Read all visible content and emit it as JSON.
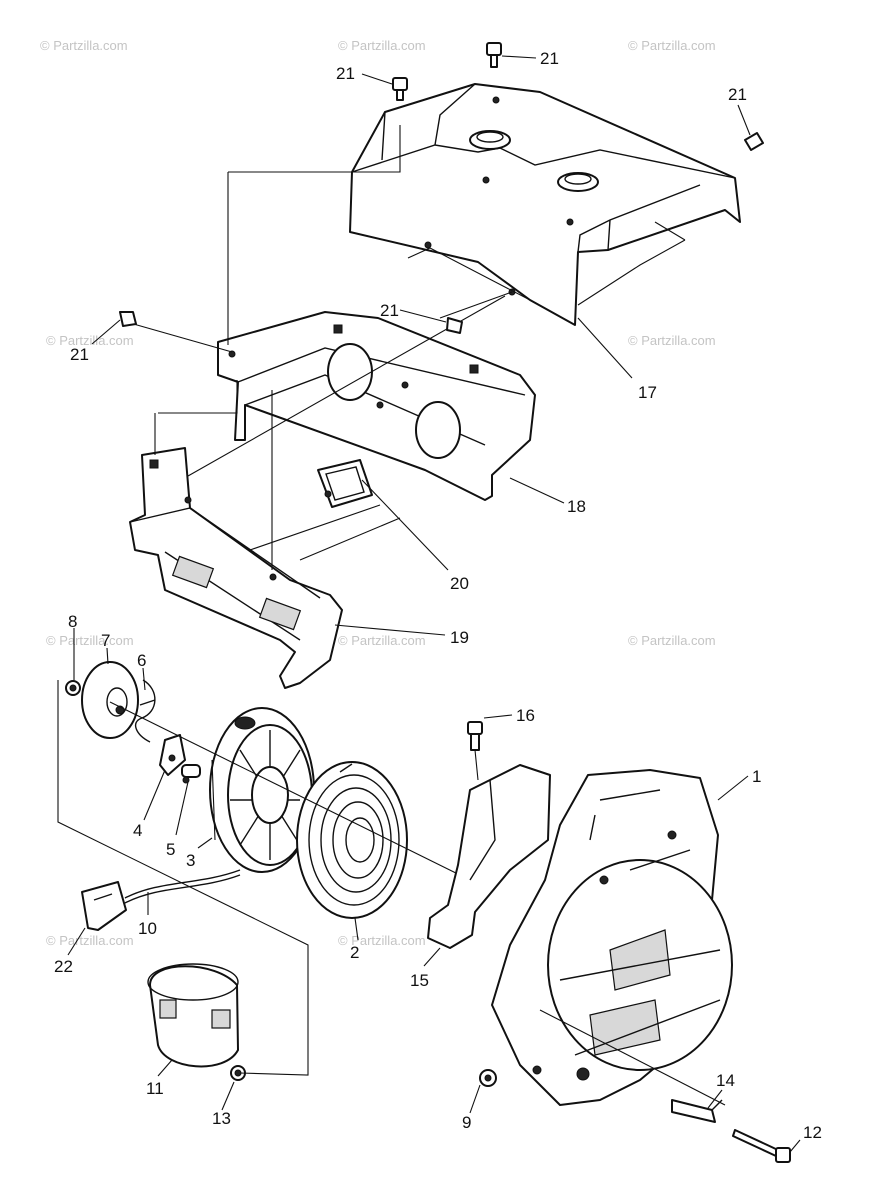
{
  "watermark": "© Partzilla.com",
  "callouts": [
    {
      "id": "c21a",
      "label": "21"
    },
    {
      "id": "c21b",
      "label": "21"
    },
    {
      "id": "c21c",
      "label": "21"
    },
    {
      "id": "c21d",
      "label": "21"
    },
    {
      "id": "c21e",
      "label": "21"
    },
    {
      "id": "c17",
      "label": "17"
    },
    {
      "id": "c18",
      "label": "18"
    },
    {
      "id": "c20",
      "label": "20"
    },
    {
      "id": "c19",
      "label": "19"
    },
    {
      "id": "c8",
      "label": "8"
    },
    {
      "id": "c7",
      "label": "7"
    },
    {
      "id": "c6",
      "label": "6"
    },
    {
      "id": "c16",
      "label": "16"
    },
    {
      "id": "c1",
      "label": "1"
    },
    {
      "id": "c4",
      "label": "4"
    },
    {
      "id": "c5",
      "label": "5"
    },
    {
      "id": "c3",
      "label": "3"
    },
    {
      "id": "c10",
      "label": "10"
    },
    {
      "id": "c22",
      "label": "22"
    },
    {
      "id": "c2",
      "label": "2"
    },
    {
      "id": "c15",
      "label": "15"
    },
    {
      "id": "c11",
      "label": "11"
    },
    {
      "id": "c13",
      "label": "13"
    },
    {
      "id": "c9",
      "label": "9"
    },
    {
      "id": "c14",
      "label": "14"
    },
    {
      "id": "c12",
      "label": "12"
    }
  ]
}
